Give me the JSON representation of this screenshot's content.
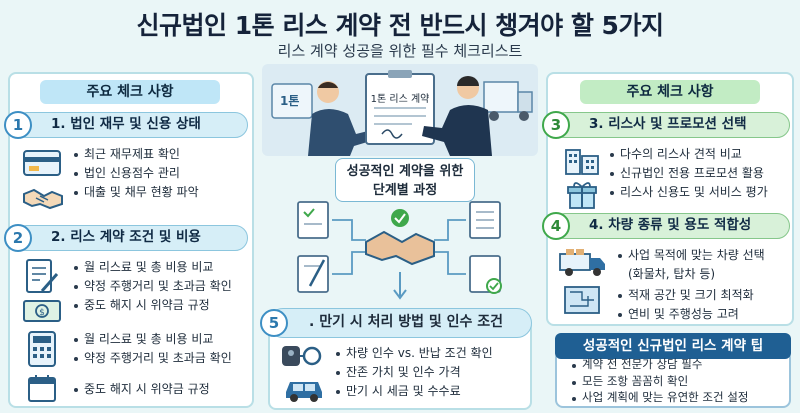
{
  "title": "신규법인 1톤 리스 계약 전 반드시 챙겨야 할 5가지",
  "subtitle": "리스 계약 성공을 위한 필수 체크리스트",
  "left_panel": {
    "header": "주요 체크 사항"
  },
  "right_panel": {
    "header": "주요 체크 사항"
  },
  "illustration": {
    "truck_label": "1톤",
    "document_label": "1톤 리스 계약"
  },
  "center": {
    "label_line1": "성공적인 계약을 위한",
    "label_line2": "단계별 과정"
  },
  "section1": {
    "number": "1",
    "title": "1. 법인 재무 및 신용 상태",
    "items": [
      "최근 재무제표 확인",
      "법인 신용점수 관리",
      "대출 및 채무 현황 파악"
    ]
  },
  "section2": {
    "number": "2",
    "title": "2. 리스 계약 조건 및 비용",
    "items_a": [
      "월 리스료 및 총 비용 비교",
      "약정 주행거리 및 초과금 확인",
      "중도 해지 시 위약금 규정"
    ],
    "items_b": [
      "월 리스료 및 총 비용 비교",
      "약정 주행거리 및 초과금 확인"
    ],
    "items_c": [
      "중도 해지 시 위약금 규정"
    ]
  },
  "section3": {
    "number": "3",
    "title": "3. 리스사 및 프로모션 선택",
    "items": [
      "다수의 리스사 견적 비교",
      "신규법인 전용 프로모션 활용",
      "리스사 신용도 및 서비스 평가"
    ]
  },
  "section4": {
    "number": "4",
    "title": "4. 차량 종류 및 용도 적합성",
    "items_a": [
      "사업 목적에 맞는 차량 선택",
      "(화물차, 탑차 등)"
    ],
    "items_b": [
      "적재 공간 및 크기 최적화",
      "연비 및 주행성능 고려"
    ]
  },
  "section5": {
    "number": "5",
    "title": ". 만기 시 처리 방법 및 인수 조건",
    "items": [
      "차량 인수 vs. 반납 조건 확인",
      "잔존 가치 및 인수 가격",
      "만기 시 세금 및 수수료"
    ]
  },
  "tips": {
    "title": "성공적인 신규법인 리스 계약 팁",
    "items": [
      "계약 전 전문가 상담 필수",
      "모든 조항 꼼꼼히 확인",
      "사업 계획에 맞는 유연한 조건 설정"
    ]
  },
  "colors": {
    "blue_accent": "#3d8fc4",
    "green_accent": "#3fa84b",
    "tips_bg": "#1f5f93"
  }
}
